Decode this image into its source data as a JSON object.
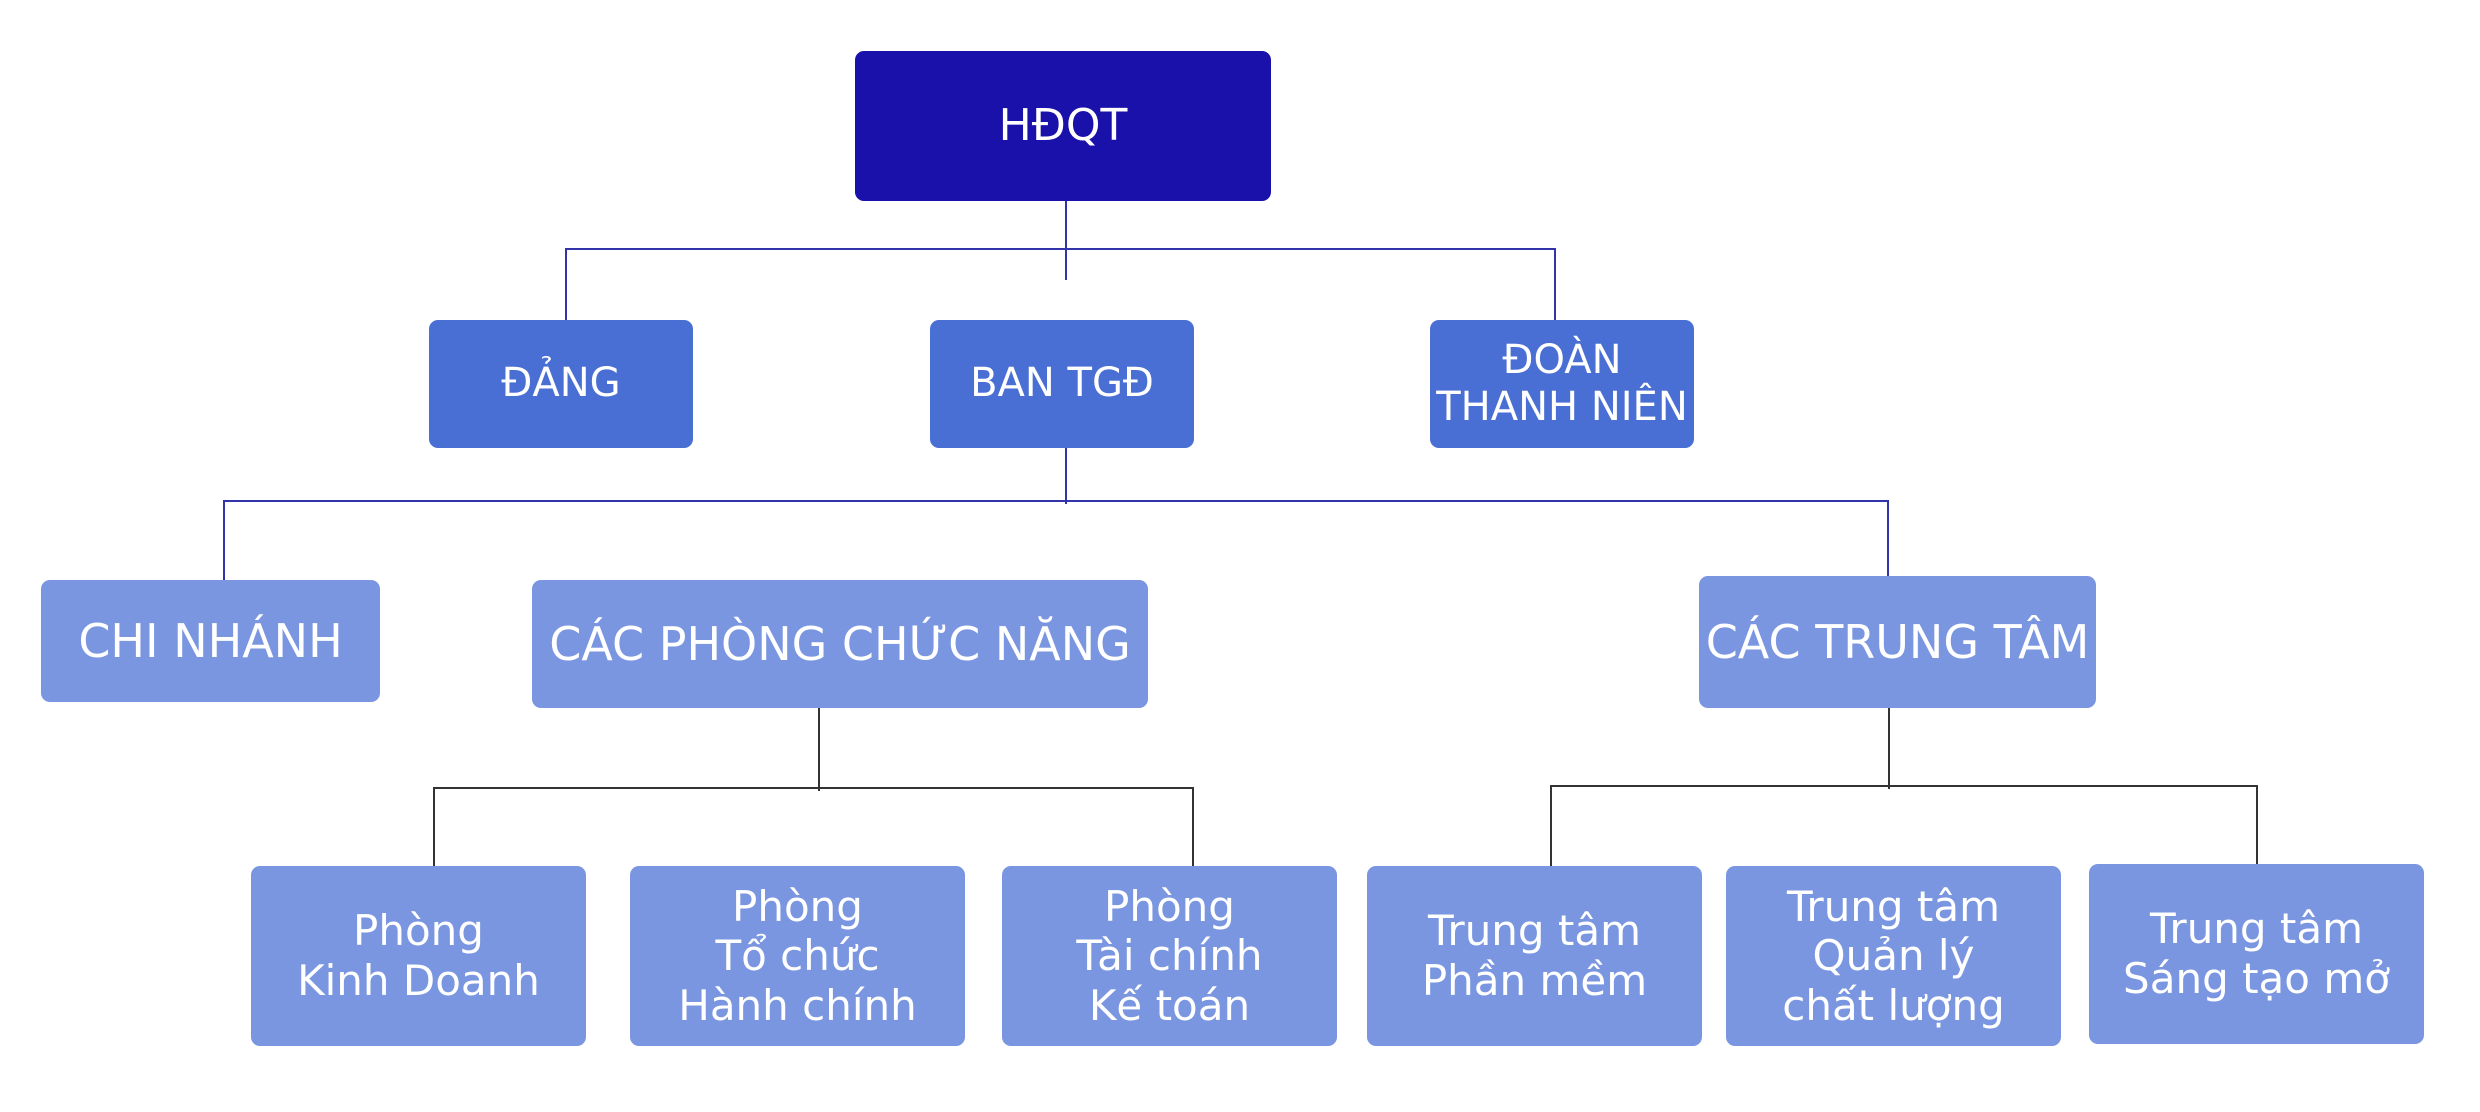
{
  "colors": {
    "board": "#1a10aa",
    "level1": "#4a6fd4",
    "level2": "#7a96e0",
    "level3": "#7a96e0",
    "connector_top": "#3333aa",
    "connector_bottom": "#333333",
    "text": "#ffffff"
  },
  "nodes": {
    "hdqt": {
      "lines": [
        "HĐQT"
      ]
    },
    "dang": {
      "lines": [
        "ĐẢNG"
      ]
    },
    "ban_tgd": {
      "lines": [
        "BAN TGĐ"
      ]
    },
    "doan": {
      "lines": [
        "ĐOÀN",
        "THANH NIÊN"
      ]
    },
    "chi_nhanh": {
      "lines": [
        "CHI NHÁNH"
      ]
    },
    "cac_phong": {
      "lines": [
        "CÁC PHÒNG CHỨC NĂNG"
      ]
    },
    "cac_trung_tam": {
      "lines": [
        "CÁC TRUNG TÂM"
      ]
    },
    "phong_kd": {
      "lines": [
        "Phòng",
        "Kinh Doanh"
      ]
    },
    "phong_tchc": {
      "lines": [
        "Phòng",
        "Tổ chức",
        "Hành chính"
      ]
    },
    "phong_tckt": {
      "lines": [
        "Phòng",
        "Tài chính",
        "Kế toán"
      ]
    },
    "tt_pm": {
      "lines": [
        "Trung tâm",
        "Phần mềm"
      ]
    },
    "tt_qlcl": {
      "lines": [
        "Trung tâm",
        "Quản lý",
        "chất lượng"
      ]
    },
    "tt_stm": {
      "lines": [
        "Trung tâm",
        "Sáng tạo mở"
      ]
    }
  }
}
